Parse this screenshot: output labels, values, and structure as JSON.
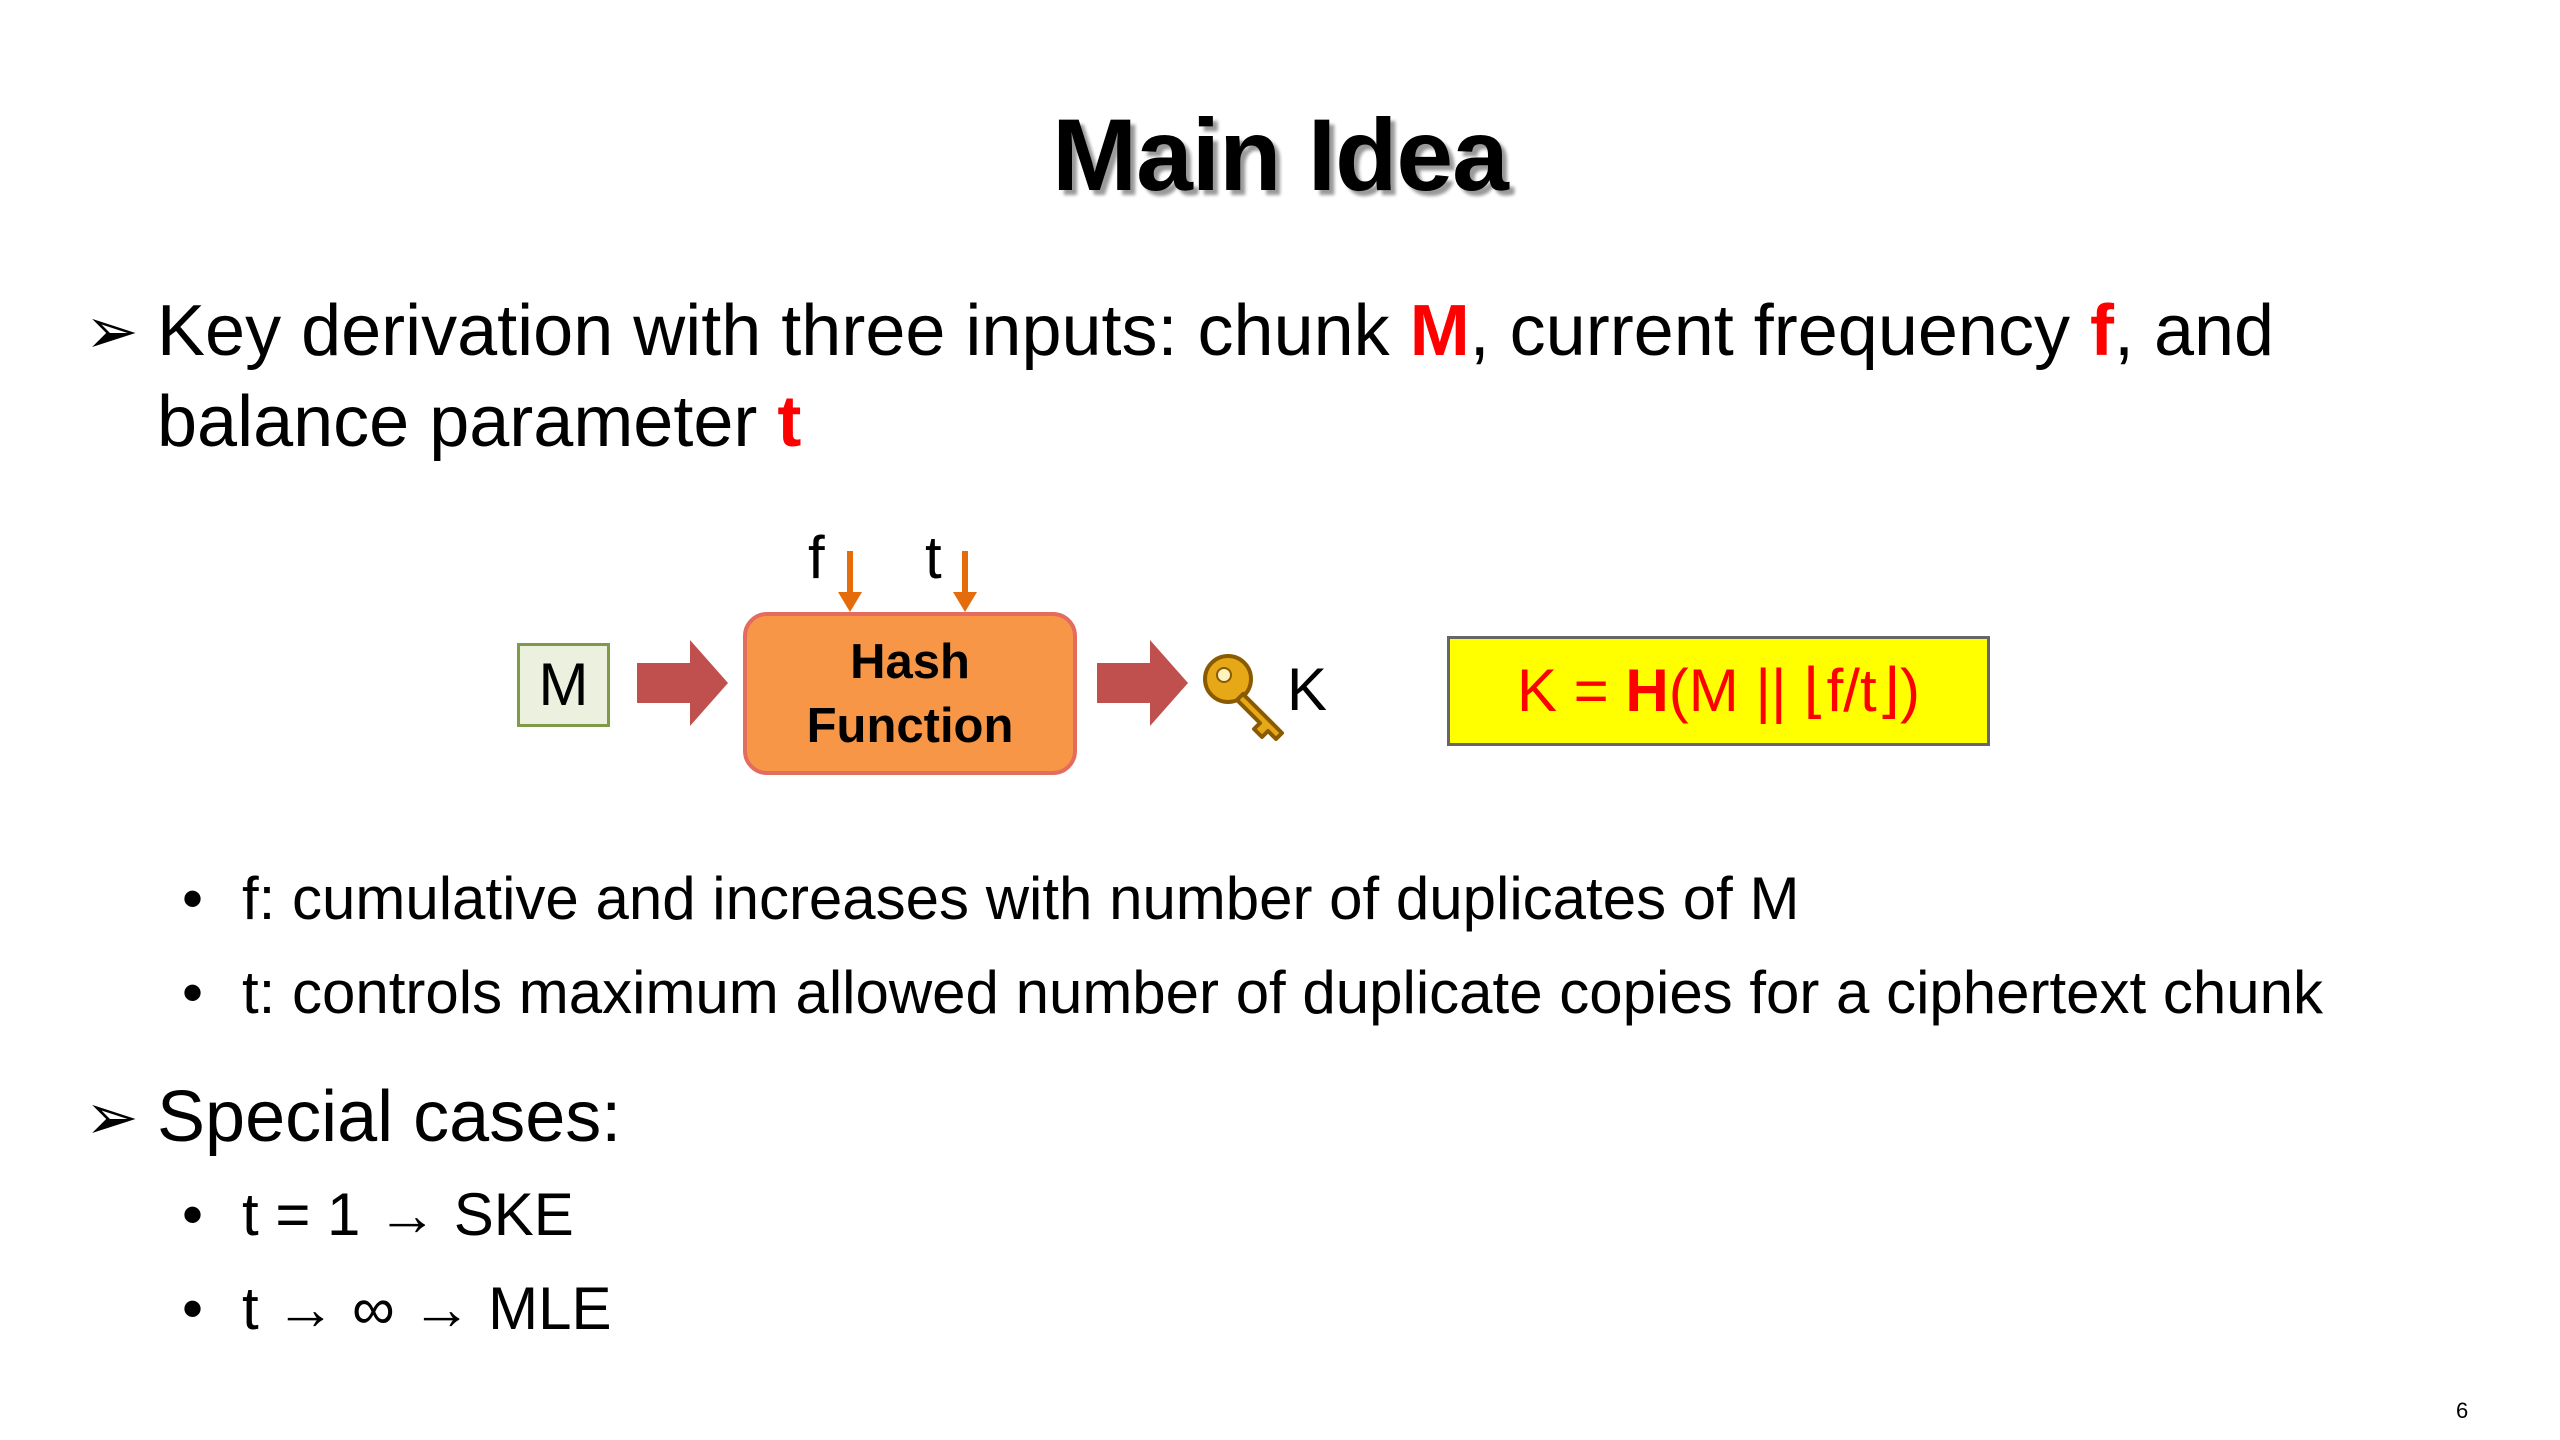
{
  "slide": {
    "title": "Main Idea",
    "page_number": "6"
  },
  "bullet1": {
    "marker": "➢",
    "seg1": "Key derivation with three inputs: chunk ",
    "M": "M",
    "seg2": ", current frequency ",
    "f": "f",
    "seg3": ", and",
    "line2": "balance parameter ",
    "t": "t"
  },
  "sub1": [
    "f: cumulative and increases with number of duplicates of M",
    "t: controls maximum allowed number of duplicate copies for a ciphertext chunk"
  ],
  "bullet2": {
    "marker": "➢",
    "text": "Special cases:"
  },
  "sub2": [
    "t = 1 → SKE",
    "t → ∞ → MLE"
  ],
  "bullet_dot": "•",
  "diagram": {
    "input_label": "M",
    "f_label": "f",
    "t_label": "t",
    "hash_line1": "Hash",
    "hash_line2": "Function",
    "output_label": "K",
    "key_icon": "key-icon",
    "formula_prefix": "K = ",
    "formula_H": "H",
    "formula_rest": "(M || ⌊f/t⌋)"
  },
  "colors": {
    "emphasis": "#ff0000",
    "arrow_fill": "#c0504d",
    "small_arrow": "#e46c0a",
    "hash_fill": "#f79646",
    "input_fill": "#ebf1de",
    "formula_fill": "#ffff00",
    "key_gold": "#e6a817"
  }
}
